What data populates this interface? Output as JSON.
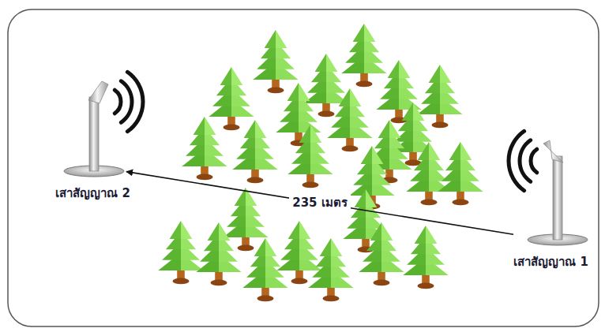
{
  "diagram": {
    "nodes": [
      {
        "text": [
          "เสาสัญญาณ 2"
        ]
      },
      {
        "text": [
          "เสาสัญญาณ 1"
        ]
      }
    ],
    "edges": [
      {
        "from": 1,
        "to": 0,
        "arrow": "to",
        "label": "235 เมตร"
      }
    ]
  }
}
